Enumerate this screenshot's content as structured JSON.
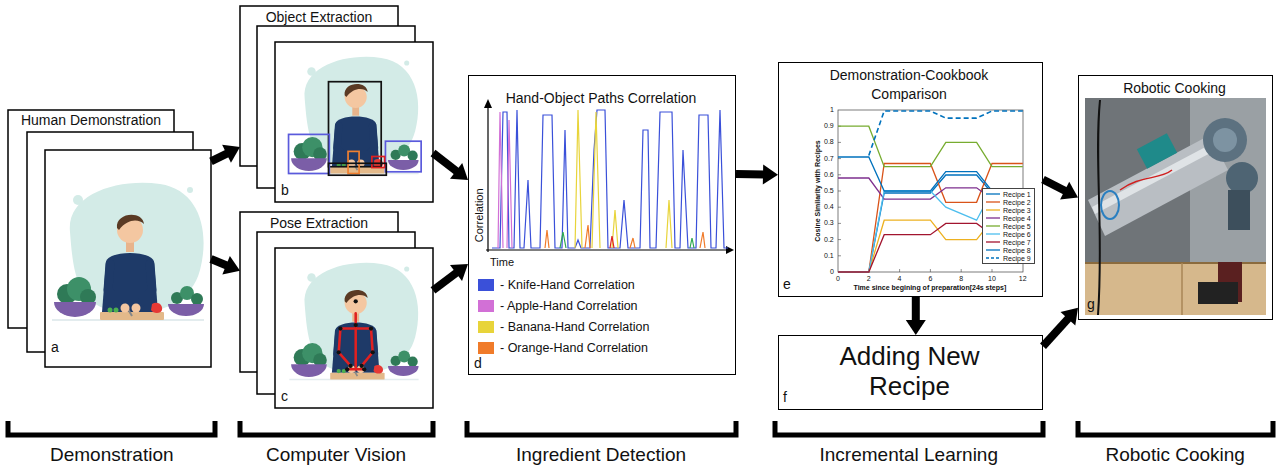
{
  "diagram": {
    "nodes": [
      {
        "text": [
          "Human Demonstration",
          "a"
        ]
      },
      {
        "text": [
          "Object Extraction",
          "b"
        ]
      },
      {
        "text": [
          "Pose Extraction",
          "c"
        ]
      },
      {
        "text": [
          "Hand-Object Paths Correlation",
          "d"
        ]
      },
      {
        "text": [
          "Demonstration-Cookbook Comparison",
          "e"
        ]
      },
      {
        "text": [
          "Adding New Recipe",
          "f"
        ]
      },
      {
        "text": [
          "Robotic Cooking",
          "g"
        ]
      }
    ],
    "edges": [
      {
        "from": 0,
        "to": 1,
        "arrow": "to"
      },
      {
        "from": 0,
        "to": 2,
        "arrow": "to"
      },
      {
        "from": 1,
        "to": 3,
        "arrow": "to"
      },
      {
        "from": 2,
        "to": 3,
        "arrow": "to"
      },
      {
        "from": 3,
        "to": 4,
        "arrow": "to"
      },
      {
        "from": 4,
        "to": 5,
        "arrow": "to"
      },
      {
        "from": 4,
        "to": 6,
        "arrow": "to"
      },
      {
        "from": 5,
        "to": 6,
        "arrow": "to"
      }
    ],
    "labels": [
      "Correlation",
      "Time",
      "Cosine Similarity with Recipes",
      "Time since begining of preparation[24s steps]",
      "0",
      "0.1",
      "0.2",
      "0.3",
      "0.4",
      "0.5",
      "0.6",
      "0.7",
      "0.8",
      "0.9",
      "1",
      "0",
      "2",
      "4",
      "6",
      "8",
      "10",
      "12",
      "Demonstration",
      "Computer Vision",
      "Ingredient Detection",
      "Incremental Learning",
      "Robotic Cooking"
    ],
    "legend": [
      {
        "text": "- Knife-Hand Correlation",
        "color": "#3a50d9"
      },
      {
        "text": "- Apple-Hand Correlation",
        "color": "#d270d6"
      },
      {
        "text": "- Banana-Hand Correlation",
        "color": "#e8d43a"
      },
      {
        "text": "- Orange-Hand Correlation",
        "color": "#f07b2a"
      },
      {
        "text": "Recipe 1"
      },
      {
        "text": "Recipe 2"
      },
      {
        "text": "Recipe 3"
      },
      {
        "text": "Recipe 4"
      },
      {
        "text": "Recipe 5"
      },
      {
        "text": "Recipe 6"
      },
      {
        "text": "Recipe 7"
      },
      {
        "text": "Recipe 8"
      },
      {
        "text": "Recipe 9"
      }
    ]
  }
}
